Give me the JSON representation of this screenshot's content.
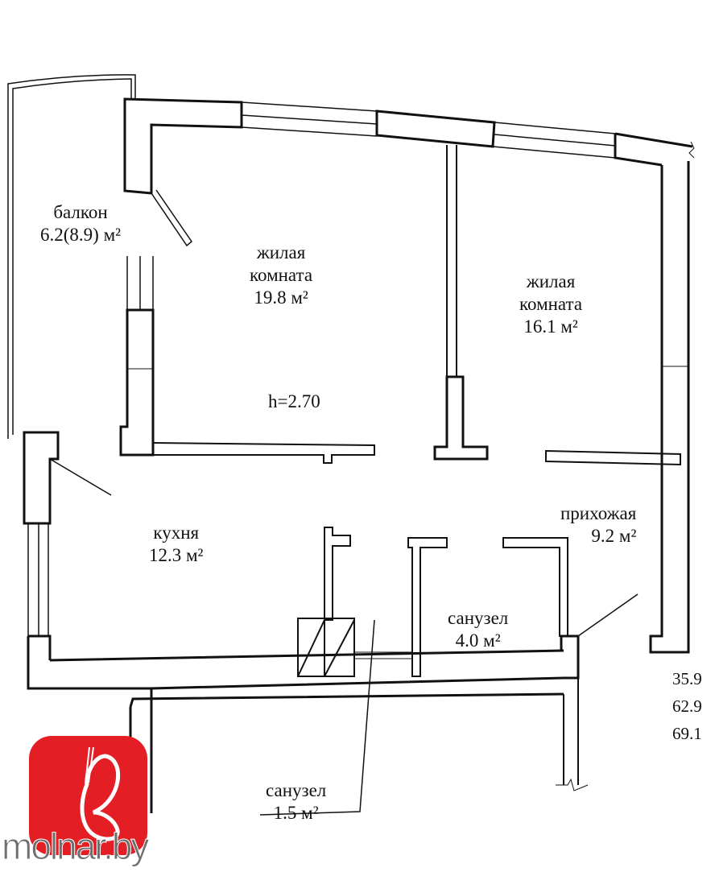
{
  "rooms": {
    "balcony": {
      "name": "балкон",
      "area": "6.2(8.9) м²"
    },
    "living1": {
      "line1": "жилая",
      "line2": "комната",
      "area": "19.8 м²"
    },
    "living2": {
      "line1": "жилая",
      "line2": "комната",
      "area": "16.1 м²"
    },
    "ceiling_height": "h=2.70",
    "kitchen": {
      "name": "кухня",
      "area": "12.3 м²"
    },
    "hallway": {
      "name": "прихожая",
      "area": "9.2 м²"
    },
    "bathroom1": {
      "name": "санузел",
      "area": "4.0 м²"
    },
    "bathroom2": {
      "name": "санузел",
      "area": "1.5 м²"
    }
  },
  "totals": [
    "35.9",
    "62.9",
    "69.1"
  ],
  "watermark": "molnar",
  "brand": {
    "site": "molnar.by",
    "logo_color": "#e31e24"
  }
}
